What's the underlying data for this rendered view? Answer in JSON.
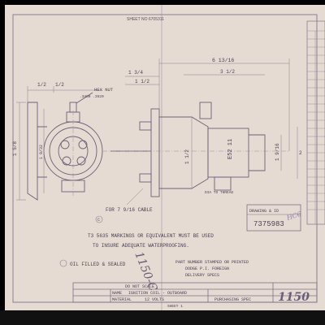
{
  "drawing": {
    "top_stamp": "SHEET NO 6705311",
    "dims": {
      "d_left_top": "1/2",
      "d_left_mid": "1/2",
      "d_hex": "HEX NUT",
      "d_hex_vals": ".3480 .3520",
      "d_top_center_a": "1 3/4",
      "d_top_center_b": "1 1/2",
      "d_top_right_long": "6 13/16",
      "d_top_right_2": "3 1/2",
      "d_left_height": "1 5/8",
      "d_mid_small": "1 9/32",
      "d_center_dia": "1 1/2",
      "d_right_dia": "1 9/16",
      "d_far_right": "2",
      "d_slot": "DIA TO THREAD"
    },
    "part_body": "E52 11",
    "cable_note": "FOR 7 9/16 CABLE",
    "note_1": "T3 5635 MARKINGS OR EQUIVALENT MUST BE USED",
    "note_2": "TO INSURE ADEQUATE WATERPROOFING.",
    "note_oil": "OIL FILLED & SEALED",
    "note_c_mark": "C",
    "note_paint_1": "PART NUMBER STAMPED OR PRINTED",
    "note_paint_2": "DODGE P.I. FOREIGN",
    "note_paint_3": "DELIVERY SPECS",
    "handwritten_diag": "1150-C",
    "handwritten_right": "1150"
  },
  "ref_box": {
    "label": "DRAWING & ID",
    "number": "7375983"
  },
  "title_block": {
    "do_not_scale": "DO NOT SCALE",
    "name_label": "NAME",
    "name_value": "IGNITION COIL - OUTBOARD",
    "material_label": "MATERIAL",
    "material_value": "12 VOLTS",
    "spec": "PURCHASING SPEC",
    "sheet": "SHEET 1",
    "part_no": "1150"
  }
}
